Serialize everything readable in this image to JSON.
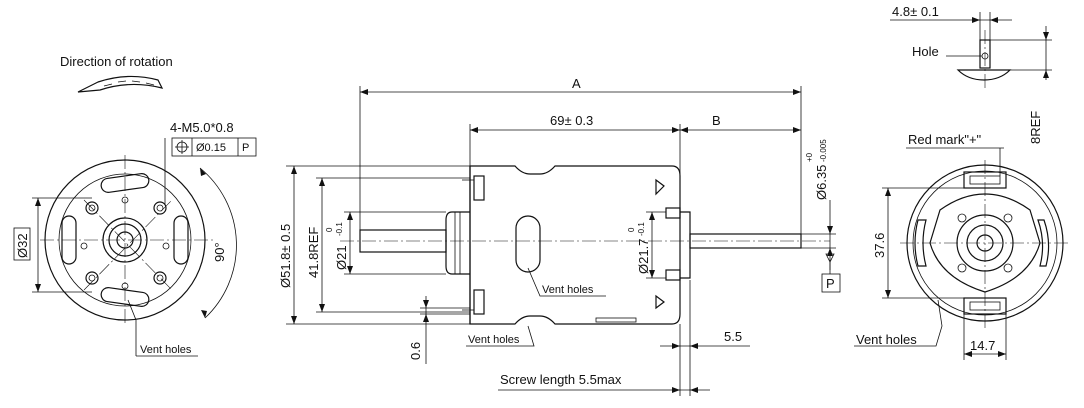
{
  "labels": {
    "direction": "Direction of rotation",
    "bolt_pattern": "4-M5.0*0.8",
    "tol_symbol": "⌖",
    "tol_value": "Ø0.15",
    "tol_datum": "P",
    "dia32": "Ø32",
    "angle90": "90°",
    "vent_left": "Vent holes",
    "dimA": "A",
    "dim69": "69± 0.3",
    "dimB": "B",
    "shaft_dia_main": "Ø6.35",
    "shaft_dia_tol_up": "+0",
    "shaft_dia_tol_dn": "-0.005",
    "body_dia": "Ø51.8± 0.5",
    "ref418": "41.8REF",
    "boss21_main": "Ø21",
    "boss21_up": "0",
    "boss21_dn": "-0.1",
    "boss217_main": "Ø21.7",
    "boss217_up": "0",
    "boss217_dn": "-0.1",
    "vent_mid": "Vent holes",
    "vent_bottom": "Vent holes",
    "dim06": "0.6",
    "dim55": "5.5",
    "screw": "Screw length 5.5max",
    "datum_p": "P",
    "dim48": "4.8± 0.1",
    "hole": "Hole",
    "ref8": "8REF",
    "red_mark": "Red mark\"+\"",
    "dim376": "37.6",
    "vent_right": "Vent holes",
    "dim147": "14.7"
  }
}
